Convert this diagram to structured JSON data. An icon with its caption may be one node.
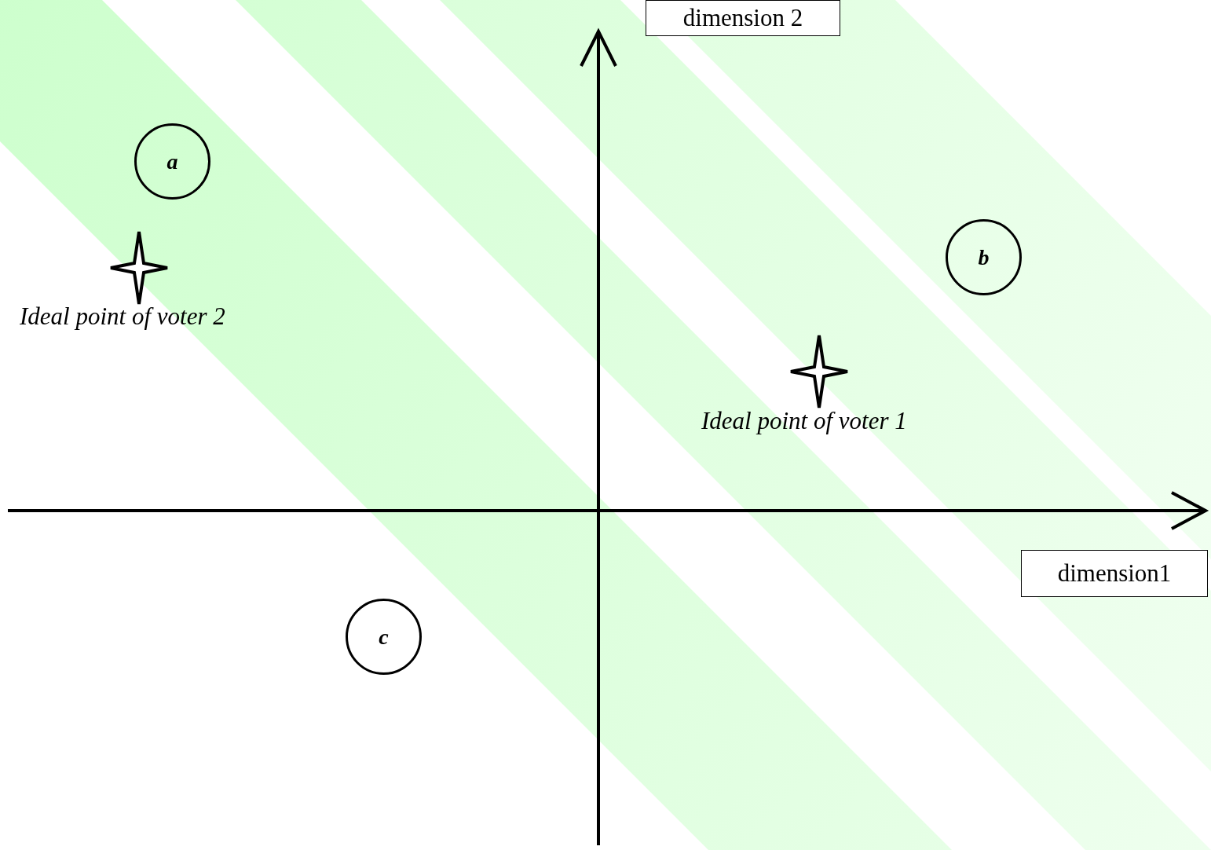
{
  "diagram": {
    "nodes": [
      {
        "text": [
          "dimension 2"
        ]
      },
      {
        "text": [
          "a"
        ]
      },
      {
        "text": [
          "b"
        ]
      },
      {
        "text": [
          "dimension1"
        ]
      },
      {
        "text": [
          "c"
        ]
      }
    ],
    "labels": [
      "Ideal point of voter 2",
      "Ideal point of voter 1"
    ]
  }
}
